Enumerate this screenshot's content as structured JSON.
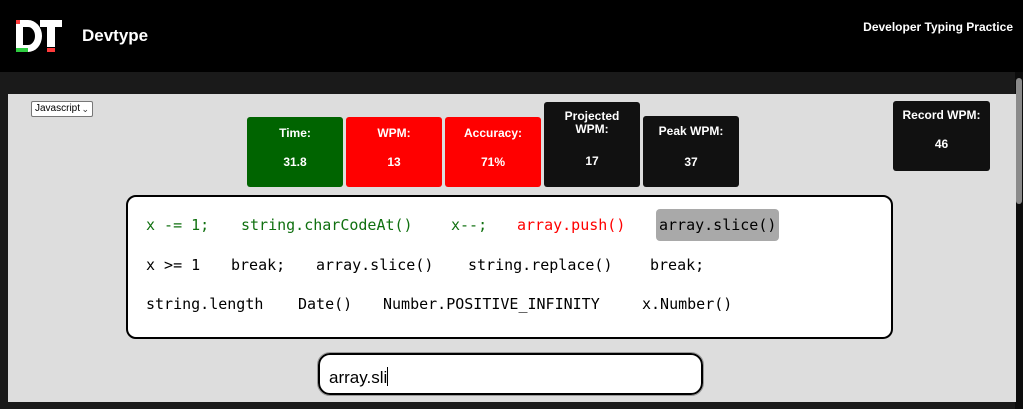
{
  "header": {
    "logo_text": "DT",
    "brand": "Devtype",
    "tagline": "Developer Typing Practice"
  },
  "language_select": {
    "value": "Javascript"
  },
  "stats": {
    "time": {
      "label": "Time:",
      "value": "31.8",
      "color": "#006400"
    },
    "wpm": {
      "label": "WPM:",
      "value": "13",
      "color": "#ff0000"
    },
    "accuracy": {
      "label": "Accuracy:",
      "value": "71%",
      "color": "#ff0000"
    },
    "projected_wpm": {
      "label_line1": "Projected",
      "label_line2": "WPM:",
      "value": "17",
      "color": "#111111"
    },
    "peak_wpm": {
      "label": "Peak WPM:",
      "value": "37",
      "color": "#111111"
    },
    "record_wpm": {
      "label": "Record WPM:",
      "value": "46",
      "color": "#111111"
    }
  },
  "words": {
    "line1": [
      "x -= 1;",
      "string.charCodeAt()",
      "x--;",
      "array.push()",
      "array.slice()"
    ],
    "line2": [
      "x >= 1",
      "break;",
      "array.slice()",
      "string.replace()",
      "break;"
    ],
    "line3": [
      "string.length",
      "Date()",
      "Number.POSITIVE_INFINITY",
      "x.Number()"
    ],
    "status_colors": {
      "correct": "#107010",
      "incorrect": "#ff0000",
      "current_bg": "#a9a9a9"
    }
  },
  "typing_input": {
    "value": "array.sli"
  }
}
